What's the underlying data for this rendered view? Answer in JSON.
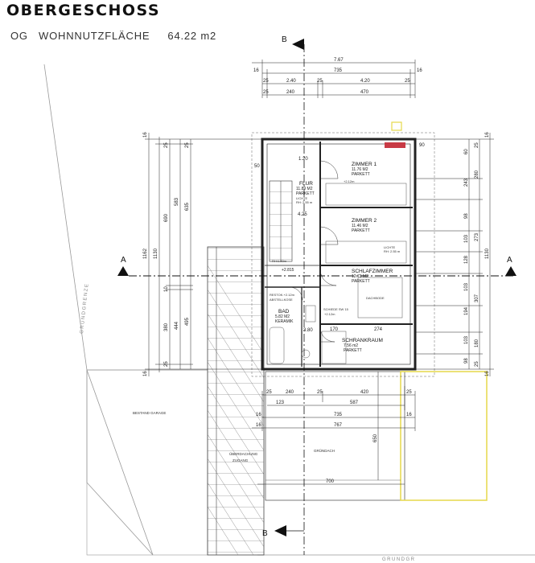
{
  "header": {
    "title": "OBERGESCHOSS",
    "subtitle": "OG   WOHNNUTZFLÄCHE     64.22 m2"
  },
  "sections": {
    "a": "A",
    "b": "B"
  },
  "rooms": {
    "zimmer1": {
      "name": "ZIMMER 1",
      "area": "11.76 M2",
      "floor": "PARKETT"
    },
    "zimmer2": {
      "name": "ZIMMER 2",
      "area": "11.46 M2",
      "floor": "PARKETT"
    },
    "schlafzimmer": {
      "name": "SCHLAFZIMMER",
      "area": "12.73 M2",
      "floor": "PARKETT"
    },
    "schrankraum": {
      "name": "SCHRANKRAUM",
      "area": "7.56 m2",
      "floor": "PARKETT"
    },
    "flur": {
      "name": "FLUR",
      "area": "11.89 M2",
      "floor": "PARKETT"
    },
    "bad": {
      "name": "BAD",
      "area": "5.82 M2",
      "floor": "KERAMIK"
    }
  },
  "labels": {
    "bestand_garage": "BESTAND GARAGE",
    "gruendach": "GRÜNDACH",
    "ueberdachung": "ÜBERDACHUNG",
    "zugang": "ZUGANG",
    "grundgrenze": "GRUNDGRENZE",
    "grundgr": "GRUNDGR",
    "lichte_1": "LICHTE",
    "lichte_1_val": "RH: 2.55 m",
    "lichte_2": "LICHTE",
    "lichte_2_val": "RH: 2.55 m",
    "level_1": "+2.12m",
    "level_2": "+2.815",
    "level_3": "+2.12m",
    "hvk": "RH:1.80m",
    "sw": "SCHIEDE SW 15",
    "rost": "RESTOK.+2.12m",
    "dachbode": "DACHBODE",
    "abstell": "ABSTELLKOSE"
  },
  "dims": {
    "top_total": "7.67",
    "top_inner": "735",
    "top_a": "2.40",
    "top_b": "4.20",
    "top_c": "240",
    "top_d": "470",
    "top_16a": "16",
    "top_16b": "16",
    "top_25a": "25",
    "top_25b": "25",
    "top_25c": "25",
    "top_25d": "25",
    "left_total": "1162",
    "left_1130": "1130",
    "left_690": "690",
    "left_583": "583",
    "left_635": "635",
    "left_444": "444",
    "left_380": "380",
    "left_495": "495",
    "left_10": "10",
    "left_16a": "16",
    "left_16b": "16",
    "left_25a": "25",
    "left_25b": "25",
    "left_25c": "25",
    "right_243": "243",
    "right_280": "280",
    "right_98a": "98",
    "right_103a": "103",
    "right_273": "273",
    "right_128": "128",
    "right_103b": "103",
    "right_194": "194",
    "right_307": "307",
    "right_103c": "103",
    "right_180": "180",
    "right_98b": "98",
    "right_1130": "1130",
    "right_60": "60",
    "right_25a": "25",
    "right_25b": "25",
    "right_16a": "16",
    "right_16b": "16",
    "right_90": "90",
    "bot_240": "240",
    "bot_420": "420",
    "bot_587": "587",
    "bot_123": "123",
    "bot_735": "735",
    "bot_767": "767",
    "bot_25a": "25",
    "bot_25b": "25",
    "bot_25c": "25",
    "bot_16a": "16",
    "bot_16b": "16",
    "bot_16c": "16",
    "bot_700": "700",
    "bot_650": "650",
    "in_120": "1.20",
    "in_425": "4.25",
    "in_50": "50",
    "in_274": "274",
    "in_380": "3.80",
    "in_170": "170"
  }
}
